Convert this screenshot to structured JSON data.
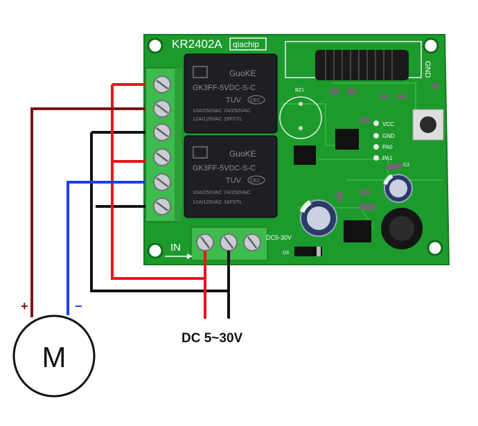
{
  "board": {
    "model": "KR2402A",
    "brand": "qiachip",
    "relay_brand": "GuoKE",
    "relay_part": "GK3FF-5VDC-S-C",
    "relay_cert": "TUV",
    "relay_cert_badge": "CEC",
    "relay_rating_1": "10A/250VAC 7A/250VAC",
    "relay_rating_2": "12A/125VAC  16FSTL",
    "buzzer": "BZ1",
    "gnd_label": "GND",
    "pin_labels": [
      "VCC",
      "GND",
      "PA0",
      "PA1"
    ],
    "cap_label": "C3",
    "in_label": "IN",
    "dc_label": "DC5-30V",
    "diode_label": "D3"
  },
  "motor": {
    "label": "M",
    "plus": "+",
    "minus": "−"
  },
  "power": {
    "label": "DC 5~30V"
  },
  "colors": {
    "board": "#1c9a2c",
    "board_dark": "#12741f",
    "relay": "#1e1f24",
    "terminal": "#3dbb4c",
    "red_wire": "#e8141c",
    "dark_red_wire": "#7a1414",
    "black_wire": "#111111",
    "blue_wire": "#1a3ff0"
  }
}
